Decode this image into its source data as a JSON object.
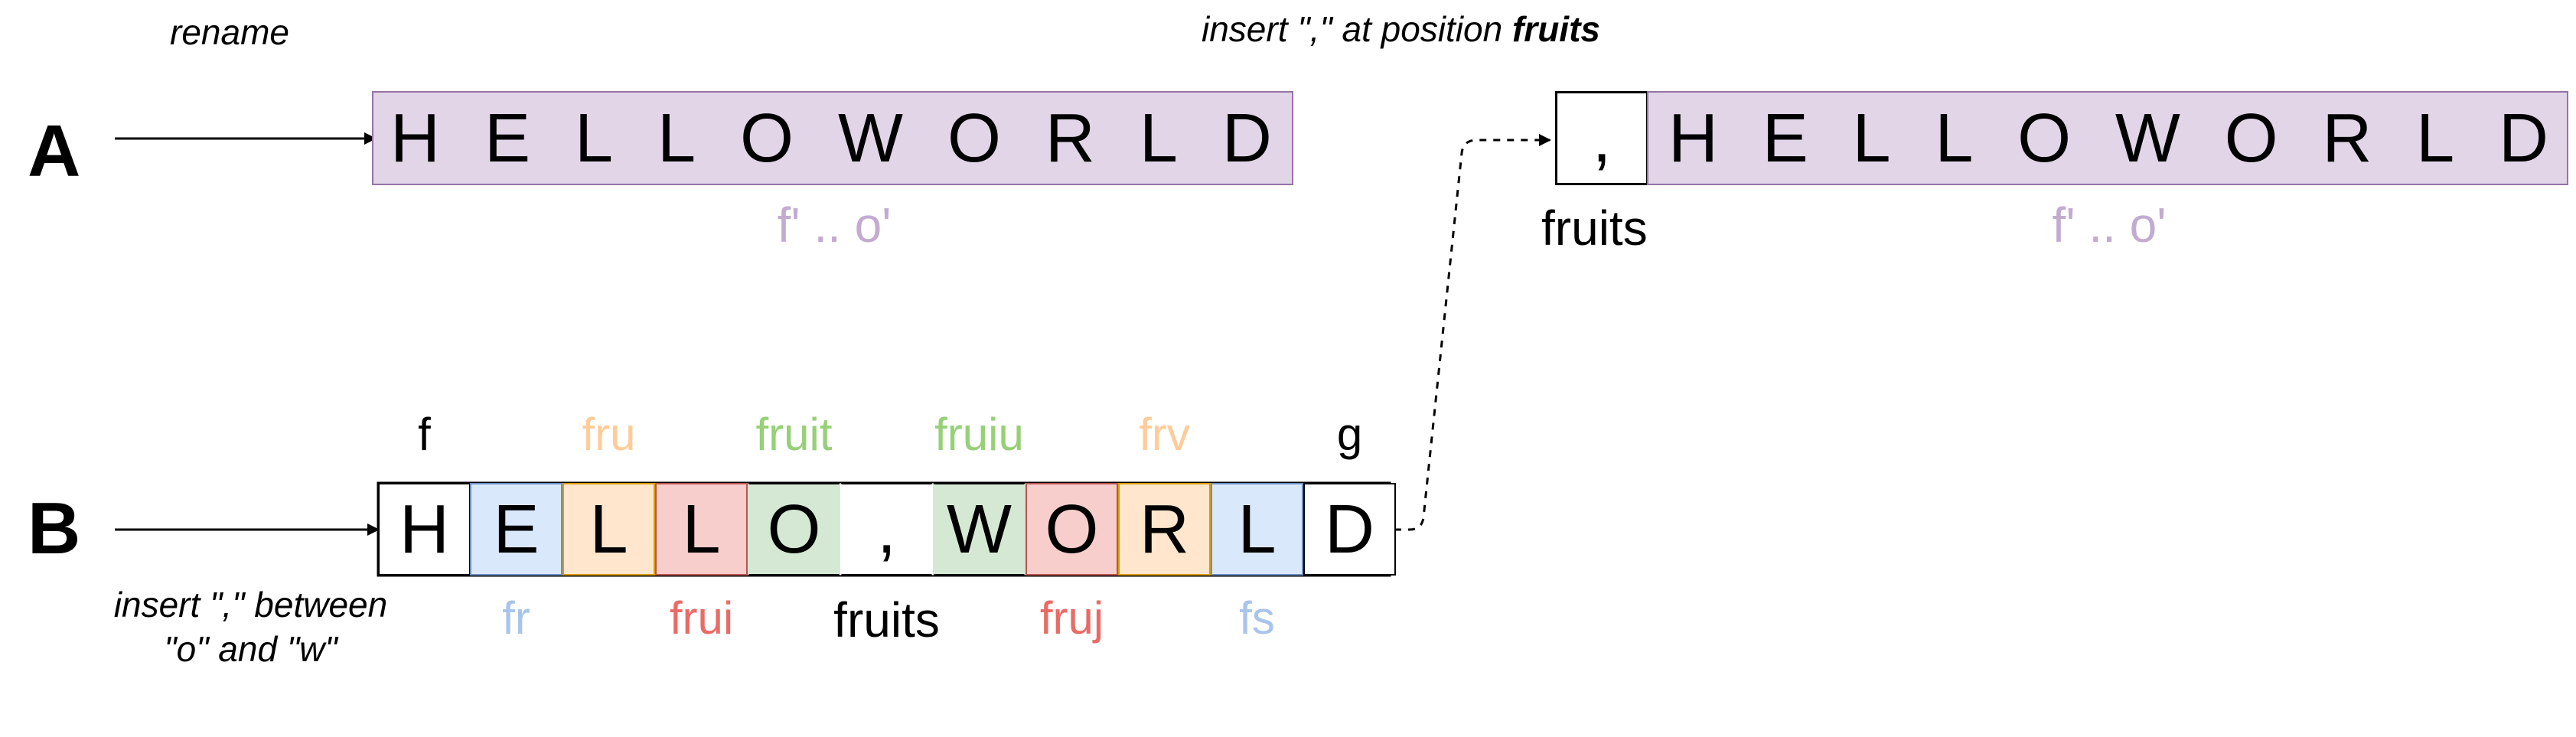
{
  "row_a": {
    "letter": "A",
    "note": "rename",
    "strip_letters": [
      "H",
      "E",
      "L",
      "L",
      "O",
      "W",
      "O",
      "R",
      "L",
      "D"
    ],
    "strip_label": "f' .. o'"
  },
  "row_a_result": {
    "note_prefix": "insert \",\" at position ",
    "note_bold": "fruits",
    "comma": ",",
    "comma_label": "fruits",
    "strip_letters": [
      "H",
      "E",
      "L",
      "L",
      "O",
      "W",
      "O",
      "R",
      "L",
      "D"
    ],
    "strip_label": "f' .. o'"
  },
  "row_b": {
    "letter": "B",
    "note_line1": "insert \",\" between",
    "note_line2": "\"o\" and \"w\"",
    "cells": [
      {
        "char": "H",
        "label": "f",
        "label_pos": "above",
        "fill": "#ffffff",
        "border": "#000000",
        "label_color": "#000000"
      },
      {
        "char": "E",
        "label": "fr",
        "label_pos": "below",
        "fill": "#dae8fc",
        "border": "#6c8ebf",
        "label_color": "#a9c4eb"
      },
      {
        "char": "L",
        "label": "fru",
        "label_pos": "above",
        "fill": "#ffe6cc",
        "border": "#d79b00",
        "label_color": "#ffcc99"
      },
      {
        "char": "L",
        "label": "frui",
        "label_pos": "below",
        "fill": "#f8cecc",
        "border": "#b85450",
        "label_color": "#ea6b66"
      },
      {
        "char": "O",
        "label": "fruit",
        "label_pos": "above",
        "fill": "#d5e8d4",
        "border": "#d5e8d4",
        "label_color": "#97d077"
      },
      {
        "char": ",",
        "label": "fruits",
        "label_pos": "below",
        "fill": "#ffffff",
        "border": "#ffffff",
        "label_color": "#000000"
      },
      {
        "char": "W",
        "label": "fruiu",
        "label_pos": "above",
        "fill": "#d5e8d4",
        "border": "#d5e8d4",
        "label_color": "#97d077"
      },
      {
        "char": "O",
        "label": "fruj",
        "label_pos": "below",
        "fill": "#f8cecc",
        "border": "#b85450",
        "label_color": "#ea6b66"
      },
      {
        "char": "R",
        "label": "frv",
        "label_pos": "above",
        "fill": "#ffe6cc",
        "border": "#d79b00",
        "label_color": "#ffcc99"
      },
      {
        "char": "L",
        "label": "fs",
        "label_pos": "below",
        "fill": "#dae8fc",
        "border": "#6c8ebf",
        "label_color": "#a9c4eb"
      },
      {
        "char": "D",
        "label": "g",
        "label_pos": "above",
        "fill": "#ffffff",
        "border": "#000000",
        "label_color": "#000000"
      }
    ]
  },
  "colors": {
    "strip_fill": "#e1d5e7",
    "strip_border": "#9673a6",
    "strip_label": "#c3abd0"
  }
}
